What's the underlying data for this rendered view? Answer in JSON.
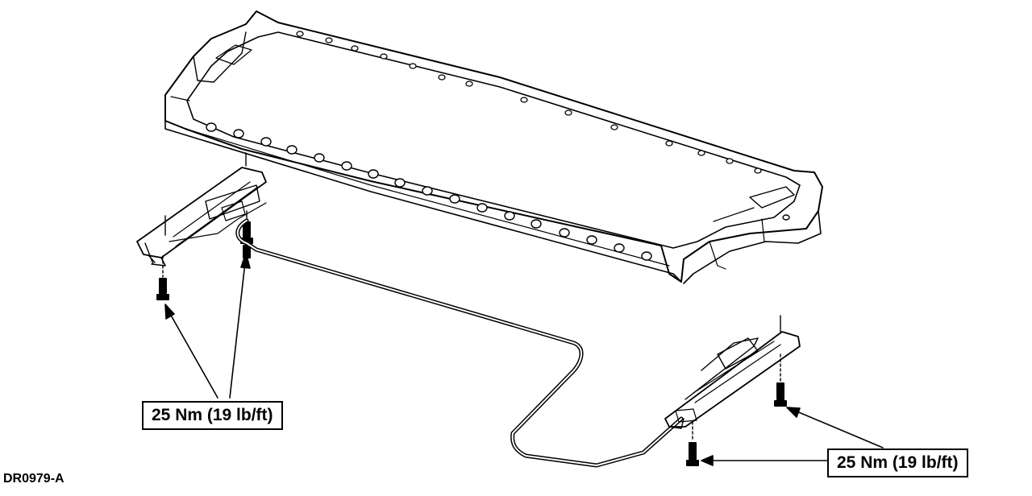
{
  "diagram": {
    "figure_id": "DR0979-A",
    "callouts": [
      {
        "label": "25 Nm (19 lb/ft)"
      },
      {
        "label": "25 Nm (19 lb/ft)"
      }
    ]
  }
}
